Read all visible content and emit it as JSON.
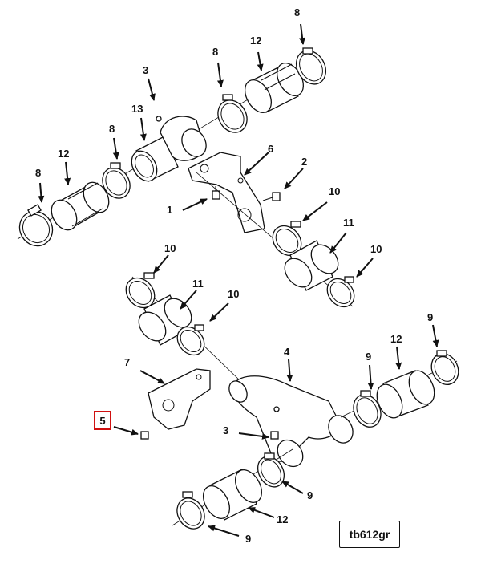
{
  "reference_code": "tb612gr",
  "highlighted_callout": "5",
  "callouts": {
    "c8a": "8",
    "c12a": "12",
    "c8b": "8",
    "c3a": "3",
    "c13": "13",
    "c8c": "8",
    "c12b": "12",
    "c8d": "8",
    "c6": "6",
    "c2": "2",
    "c1": "1",
    "c10a": "10",
    "c11a": "11",
    "c10b": "10",
    "c10c": "10",
    "c11b": "11",
    "c10d": "10",
    "c7": "7",
    "c4": "4",
    "c9a": "9",
    "c12c": "12",
    "c9b": "9",
    "c3b": "3",
    "c9c": "9",
    "c12d": "12",
    "c9d": "9"
  }
}
